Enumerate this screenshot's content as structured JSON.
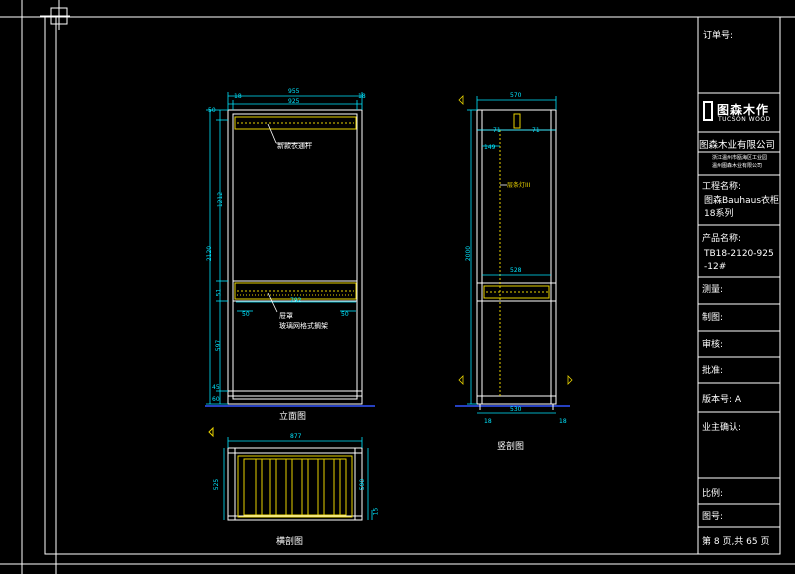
{
  "title_block": {
    "order_no_label": "订单号:",
    "logo_main": "图森木作",
    "logo_sub": "TUCSON WOOD",
    "company": "图森木业有限公司",
    "company_addr_line1": "浙江温州市瓯海区工业园",
    "company_addr_line2": "温州图森木业有限公司",
    "project_label": "工程名称:",
    "project_value_line1": "图森Bauhaus衣柜",
    "project_value_line2": "18系列",
    "product_label": "产品名称:",
    "product_value_line1": "TB18-2120-925",
    "product_value_line2": "-12#",
    "measure_label": "测量:",
    "draw_label": "制图:",
    "review_label": "审核:",
    "approve_label": "批准:",
    "version_label": "版本号: A",
    "owner_label": "业主确认:",
    "scale_label": "比例:",
    "drawing_no_label": "图号:",
    "page_label": "第 8 页,共 65 页"
  },
  "views": {
    "front_title": "立面图",
    "section_title": "竖剖图",
    "plan_title": "横剖图"
  },
  "annotations": {
    "hanging_rod": "新款衣通杆",
    "drawer_line1": "屉罩",
    "drawer_line2": "玻璃网格式搁架",
    "light": "层条灯III"
  },
  "dims": {
    "front_top_total": "955",
    "front_top_inner": "925",
    "front_top_left": "18",
    "front_top_right": "18",
    "front_height_total": "2120",
    "front_height_upper": "1212",
    "front_height_lower": "597",
    "front_mid": "51",
    "front_top_gap": "50",
    "front_bottom_gap": "60",
    "front_base": "45",
    "front_drawer_width": "792",
    "front_drawer_left": "50",
    "front_drawer_right": "50",
    "section_top": "570",
    "section_left_top": "71",
    "section_right_top": "71",
    "section_inner": "149",
    "section_height": "2000",
    "section_drawer": "528",
    "section_bottom": "530",
    "section_bottom_left": "18",
    "section_bottom_right": "18",
    "plan_top": "877",
    "plan_left": "525",
    "plan_right": "590",
    "plan_bottom_right": "15"
  }
}
